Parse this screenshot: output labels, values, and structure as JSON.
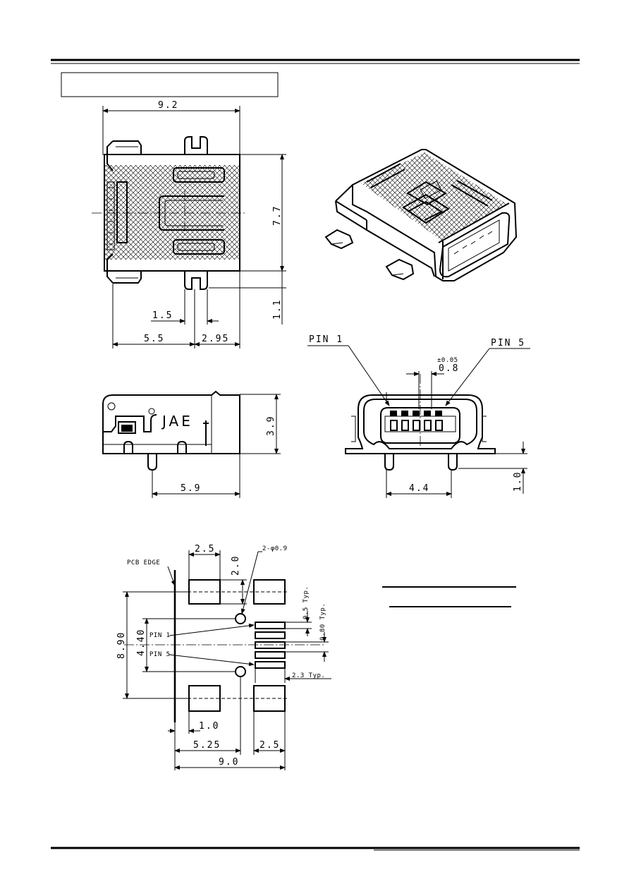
{
  "top_view": {
    "width": "9.2",
    "height": "7.7",
    "tab": "1.1",
    "pitch_a": "1.5",
    "pos_a": "5.5",
    "pos_b": "2.95"
  },
  "side_view": {
    "brand": "JAE",
    "height": "3.9",
    "depth": "5.9"
  },
  "front_view": {
    "pin1": "PIN 1",
    "pin5": "PIN 5",
    "tolerance": "±0.05",
    "pitch": "0.8",
    "span": "4.4",
    "standoff": "1.0"
  },
  "layout": {
    "pcb_edge": "PCB EDGE",
    "pad_width": "2.5",
    "pad_height": "2.0",
    "holes": "2-φ0.9",
    "signal_pad_w": "0.5 Typ.",
    "signal_pitch": "0.80 Typ.",
    "signal_len": "2.3 Typ.",
    "pin1": "PIN 1",
    "pin5": "PIN 5",
    "outer": "8.90",
    "inner": "4.40",
    "edge_offset": "1.0",
    "to_hole": "5.25",
    "right_pad": "2.5",
    "total": "9.0"
  }
}
